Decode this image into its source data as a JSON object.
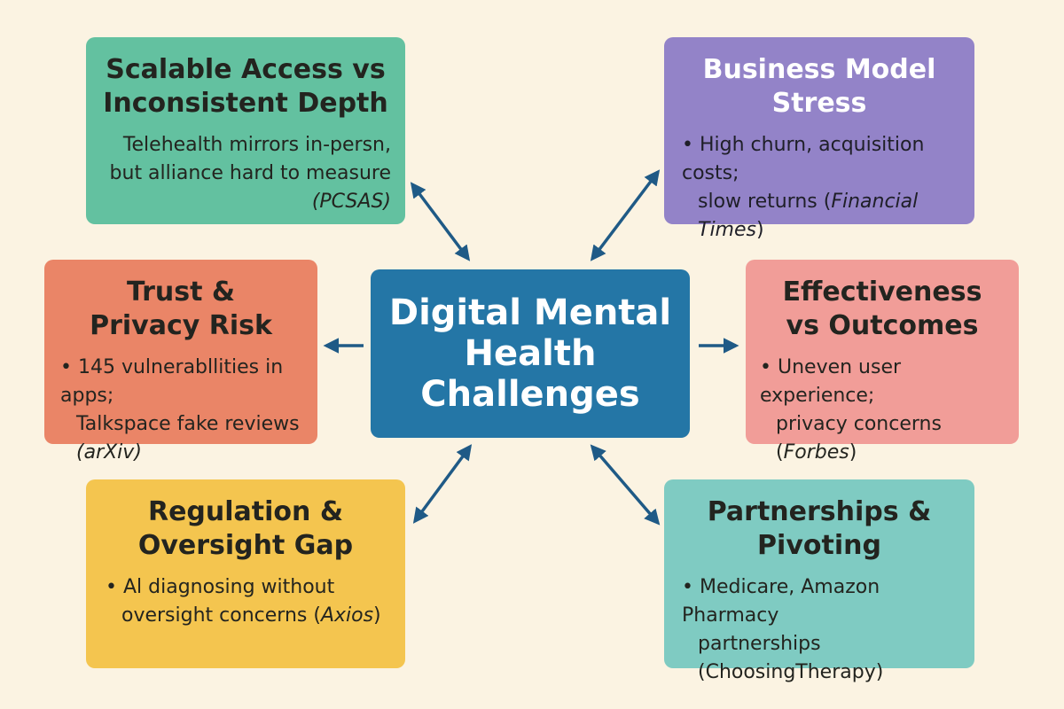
{
  "center": {
    "lines": [
      "Digital Mental",
      "Health",
      "Challenges"
    ]
  },
  "boxes": {
    "scalable": {
      "title_lines": [
        "Scalable Access vs",
        "Inconsistent Depth"
      ],
      "body_lines": [
        "Telehealth mirrors in-persn,",
        "but alliance hard to measure"
      ],
      "cite": "(PCSAS)"
    },
    "business": {
      "title_lines": [
        "Business Model",
        "Stress"
      ],
      "body_line1": "High churn, acquisition costs;",
      "body_line2_text": "slow returns (",
      "cite": "Financial Times",
      "close": ")"
    },
    "trust": {
      "title_lines": [
        "Trust &",
        "Privacy Risk"
      ],
      "body_line1": "145 vulnerabllities in apps;",
      "body_line2": "Talkspace fake reviews",
      "cite": "(arXiv)"
    },
    "effectiveness": {
      "title_lines": [
        "Effectiveness",
        "vs Outcomes"
      ],
      "body_line1": "Uneven user experience;",
      "body_line2_text": "privacy concerns (",
      "cite": "Forbes",
      "close": ")"
    },
    "regulation": {
      "title_lines": [
        "Regulation &",
        "Oversight Gap"
      ],
      "body_line1": "Al diagnosing without",
      "body_line2_text": "oversight concerns (",
      "cite": "Axios",
      "close": ")"
    },
    "partnerships": {
      "title_lines": [
        "Partnerships &",
        "Pivoting"
      ],
      "body_line1": "Medicare, Amazon Pharmacy",
      "body_line2": "partnerships",
      "cite": "(ChoosingTherapy)"
    }
  },
  "colors": {
    "background": "#fbf3e2",
    "center": "#2476a6",
    "scalable": "#63c1a0",
    "business": "#9383c8",
    "trust": "#ea8567",
    "effectiveness": "#f19d98",
    "regulation": "#f4c54f",
    "partnerships": "#7fcbc2",
    "arrow": "#1f5a86"
  }
}
